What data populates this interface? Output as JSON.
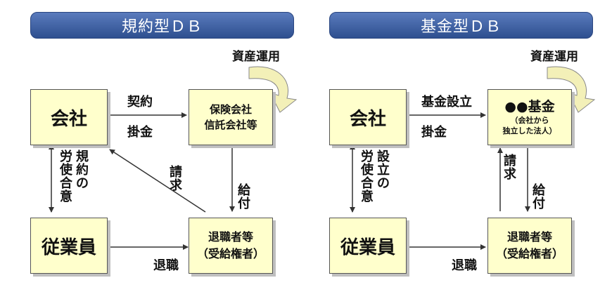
{
  "left": {
    "title": "規約型ＤＢ",
    "asset_label": "資産運用",
    "company": "会社",
    "insurer": [
      "保険会社",
      "信託会社等"
    ],
    "employee": "従業員",
    "retiree": [
      "退職者等",
      "（受給権者）"
    ],
    "contract": "契約",
    "contribution": "掛金",
    "agreement_side": "労使合意",
    "agreement_main": "規約の",
    "request": "請求",
    "payment": "給付",
    "retirement": "退職"
  },
  "right": {
    "title": "基金型ＤＢ",
    "asset_label": "資産運用",
    "company": "会社",
    "fund_name": "●●基金",
    "fund_note": [
      "（会社から",
      "独立した法人）"
    ],
    "employee": "従業員",
    "retiree": [
      "退職者等",
      "（受給権者）"
    ],
    "establish": "基金設立",
    "contribution": "掛金",
    "agreement_side": "労使合意",
    "agreement_main": "設立の",
    "request": "請求",
    "payment": "給付",
    "retirement": "退職"
  },
  "colors": {
    "title_bg": "#3b5ca0",
    "box_bg": "#ffffcc",
    "curve_arrow": "#f3f0b8"
  }
}
